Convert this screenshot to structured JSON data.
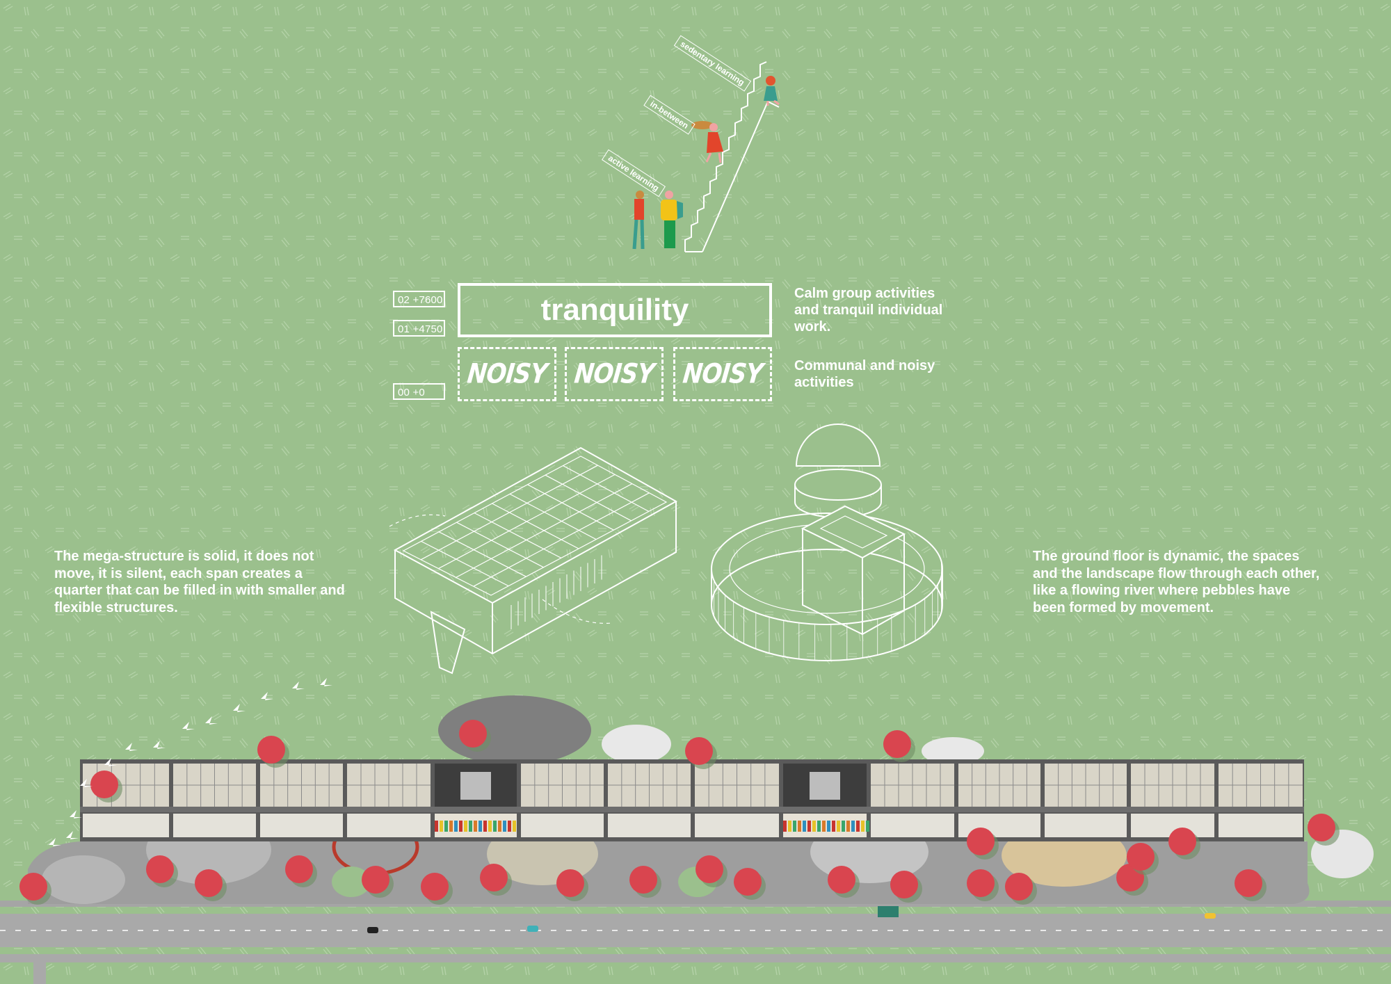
{
  "stair_labels": {
    "sedentary": "sedentary learning",
    "in_between": "in-between",
    "active": "active learning"
  },
  "levels": {
    "level_02": "02 +7600",
    "level_01": "01 +4750",
    "level_00": "00 +0"
  },
  "zones": {
    "upper": "tranquility",
    "lower": [
      "NOISY",
      "NOISY",
      "NOISY"
    ]
  },
  "descriptions": {
    "upper": "Calm group activities and tranquil individual work.",
    "lower": "Communal and noisy activities"
  },
  "paragraphs": {
    "left": "The mega-structure is solid, it does not move, it is silent, each span creates a quarter that can be filled in with smaller and flexible structures.",
    "right": "The ground floor is dynamic, the spaces and the landscape flow through each other, like a flowing river where pebbles have been formed by movement."
  },
  "colors": {
    "background": "#9bc08d",
    "line": "#ffffff",
    "tree": "#d9454f",
    "concrete": "#8e8e8e",
    "dark_span": "#3d3d3d"
  }
}
